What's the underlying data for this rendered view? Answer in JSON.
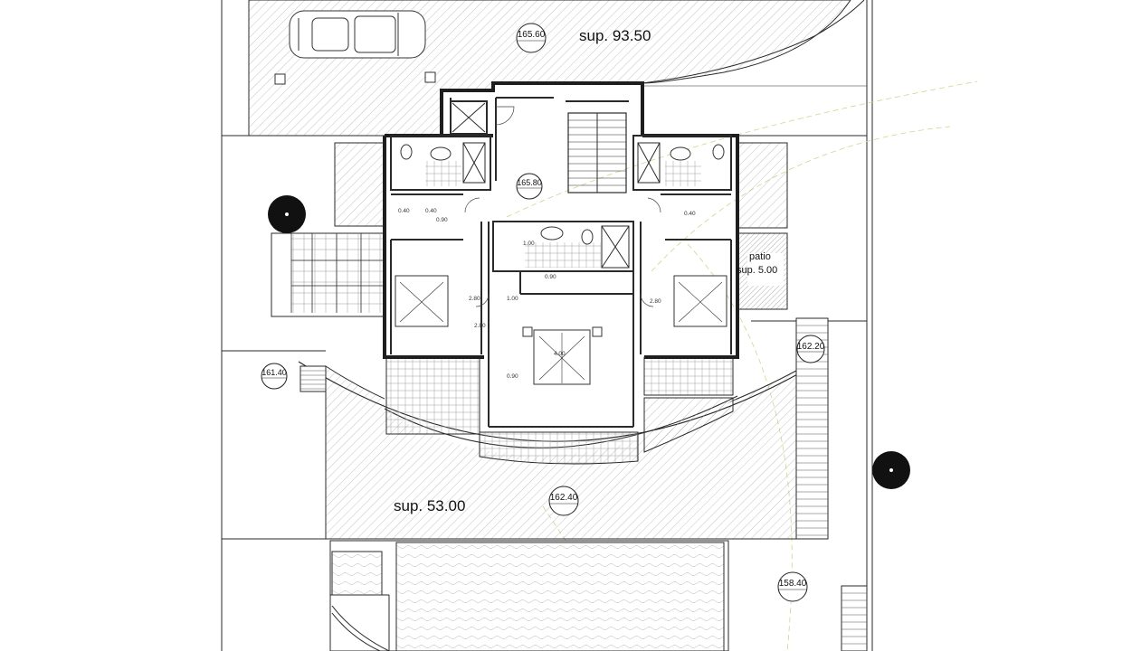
{
  "areas": {
    "top": "sup. 93.50",
    "terrace": "sup. 53.00",
    "patio_name": "patio",
    "patio_area": "sup. 5.00"
  },
  "elevations": {
    "top": "165.60",
    "hall": "165.80",
    "right_stairs": "162.20",
    "left": "161.40",
    "terrace": "162.40",
    "lower_right": "158.40"
  },
  "room_dims": {
    "d1": "0.40",
    "d2": "0.90",
    "d3": "2.80",
    "d4": "1.00",
    "d5": "0.90",
    "d6": "0.40",
    "d7": "2.80",
    "d8": "1.00",
    "d9": "0.90",
    "d10": "4.00",
    "d11": "0.40",
    "d12": "2.80"
  },
  "colors": {
    "line": "#2a2a2a",
    "wall_fill": "#3a3a3a",
    "hatch": "#8a8a8a",
    "tree": "#111111",
    "guide_dash": "#c8d88a"
  }
}
